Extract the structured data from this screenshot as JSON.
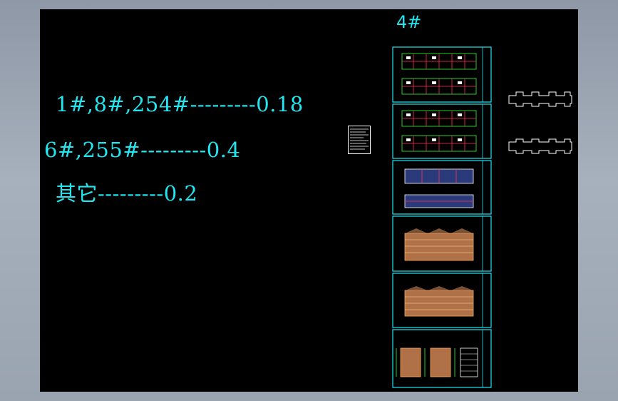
{
  "canvas": {
    "background": "#000000",
    "accent": "#22e6f0"
  },
  "notes": [
    {
      "text": "1#,8#,254#---------0.18"
    },
    {
      "text": "6#,255#---------0.4"
    },
    {
      "text": "其它---------0.2"
    }
  ],
  "sheet_group": {
    "label": "4#",
    "sheets": [
      {
        "kind": "floor-plan",
        "name": "plan-a"
      },
      {
        "kind": "floor-plan",
        "name": "plan-b"
      },
      {
        "kind": "roof-plan",
        "name": "plan-c"
      },
      {
        "kind": "elevation",
        "name": "front-elevation"
      },
      {
        "kind": "elevation",
        "name": "rear-elevation"
      },
      {
        "kind": "elevation",
        "name": "side-elevations"
      }
    ]
  },
  "icons": {
    "legend": "title-block-icon",
    "outline_1": "building-outline-icon",
    "outline_2": "building-outline-icon"
  }
}
